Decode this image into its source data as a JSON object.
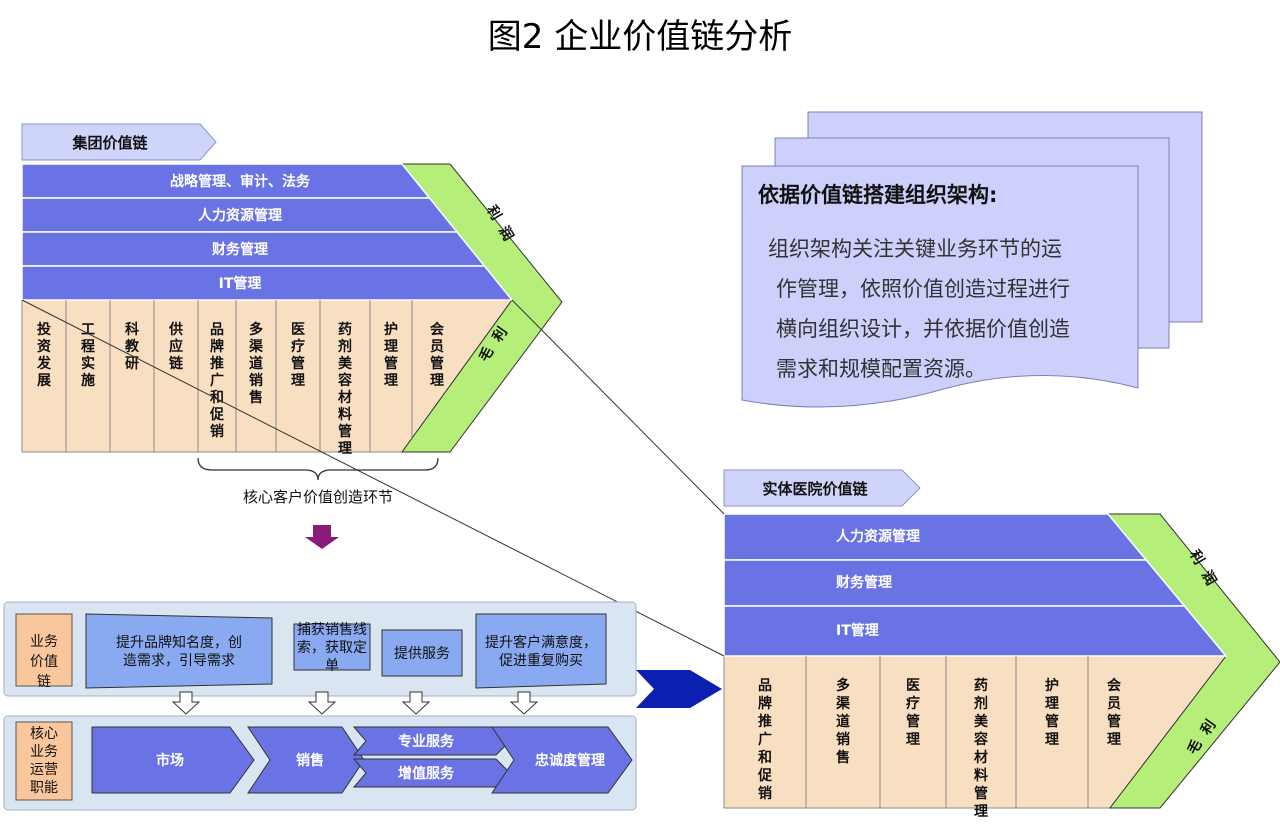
{
  "title": "图2  企业价值链分析",
  "group_chain": {
    "tag": "集团价值链",
    "support": [
      "战略管理、审计、法务",
      "人力资源管理",
      "财务管理",
      "IT管理"
    ],
    "primary": [
      "投资发展",
      "工程实施",
      "科教研",
      "供应链",
      "品牌推广和促销",
      "多渠道销售",
      "医疗管理",
      "药剂美容材料管理",
      "护理管理",
      "会员管理"
    ],
    "margin_top": "利润",
    "margin_bottom": "毛利",
    "brace_label": "核心客户价值创造环节"
  },
  "note": {
    "heading": "依据价值链搭建组织架构:",
    "lines": [
      "组织架构关注关键业务环节的运",
      "作管理，依照价值创造过程进行",
      "横向组织设计，并依据价值创造",
      "需求和规模配置资源。"
    ]
  },
  "hospital_chain": {
    "tag": "实体医院价值链",
    "support": [
      "人力资源管理",
      "财务管理",
      "IT管理"
    ],
    "primary": [
      "品牌推广和促销",
      "多渠道销售",
      "医疗管理",
      "药剂美容材料管理",
      "护理管理",
      "会员管理"
    ],
    "margin_top": "利润",
    "margin_bottom": "毛利"
  },
  "business_chain": {
    "label": "业务价值链",
    "steps": [
      "提升品牌知名度，创造需求，引导需求",
      "捕获销售线索，获取定单",
      "提供服务",
      "提升客户满意度，促进重复购买"
    ]
  },
  "core_ops": {
    "label": "核心业务运营职能",
    "steps": [
      "市场",
      "销售",
      "专业服务",
      "增值服务",
      "忠诚度管理"
    ]
  },
  "colors": {
    "support_band": "#6a73e4",
    "primary_fill": "#f9dfc2",
    "margin_fill": "#b6ee7a",
    "tag_fill": "#cfd4fb",
    "note_fill": "#cdd0fb",
    "label_box": "#f9c79b",
    "panel_fill": "#d9e6f2",
    "big_arrow": "#0b1fb0",
    "down_arrow": "#8a1b7a"
  }
}
